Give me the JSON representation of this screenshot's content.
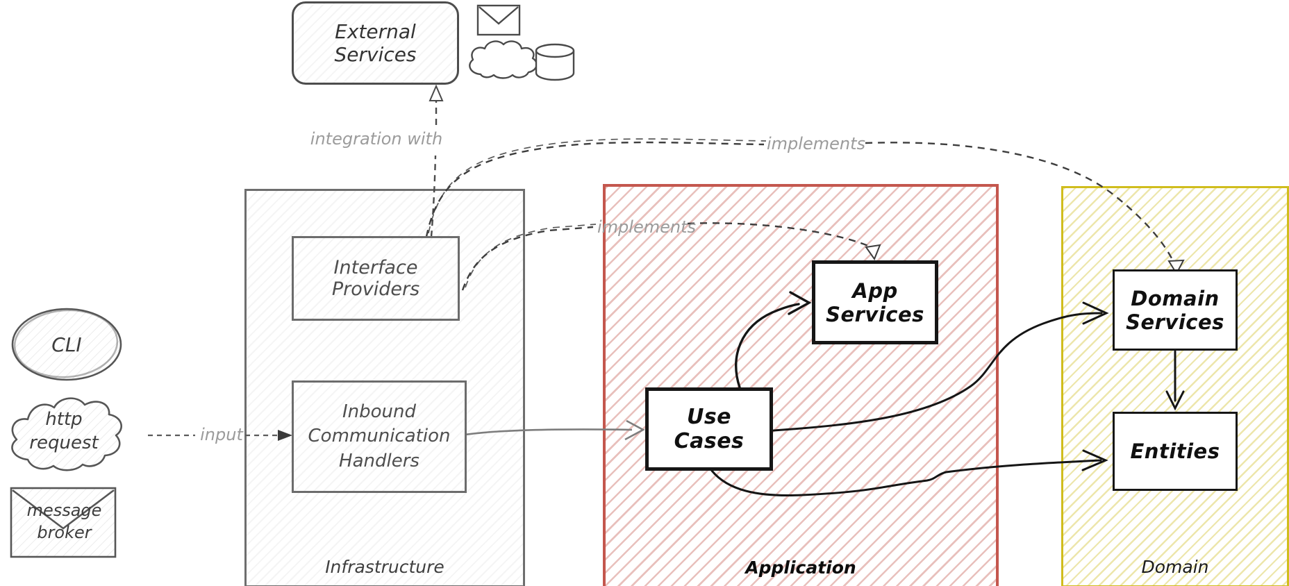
{
  "diagram": {
    "external_services": {
      "label": "External\nServices"
    },
    "edge_labels": {
      "integration_with": "integration with",
      "implements_top": "implements",
      "implements_app": "implements",
      "input": "input"
    },
    "actors": {
      "cli": "CLI",
      "http_request": "http\nrequest",
      "message_broker": "message\nbroker"
    },
    "infrastructure": {
      "title": "Infrastructure",
      "interface_providers": "Interface\nProviders",
      "inbound_handlers": "Inbound\nCommunication\nHandlers"
    },
    "application": {
      "title": "Application",
      "use_cases": "Use Cases",
      "app_services": "App\nServices"
    },
    "domain": {
      "title": "Domain",
      "domain_services": "Domain\nServices",
      "entities": "Entities"
    },
    "icons": [
      "envelope-icon",
      "cloud-icon",
      "database-icon"
    ],
    "colors": {
      "application_accent": "#c4574e",
      "domain_accent": "#d0bd1d",
      "infrastructure_stroke": "#6e6e6e",
      "node_stroke": "#161616",
      "edge_label_gray": "#9b9b9b"
    }
  }
}
